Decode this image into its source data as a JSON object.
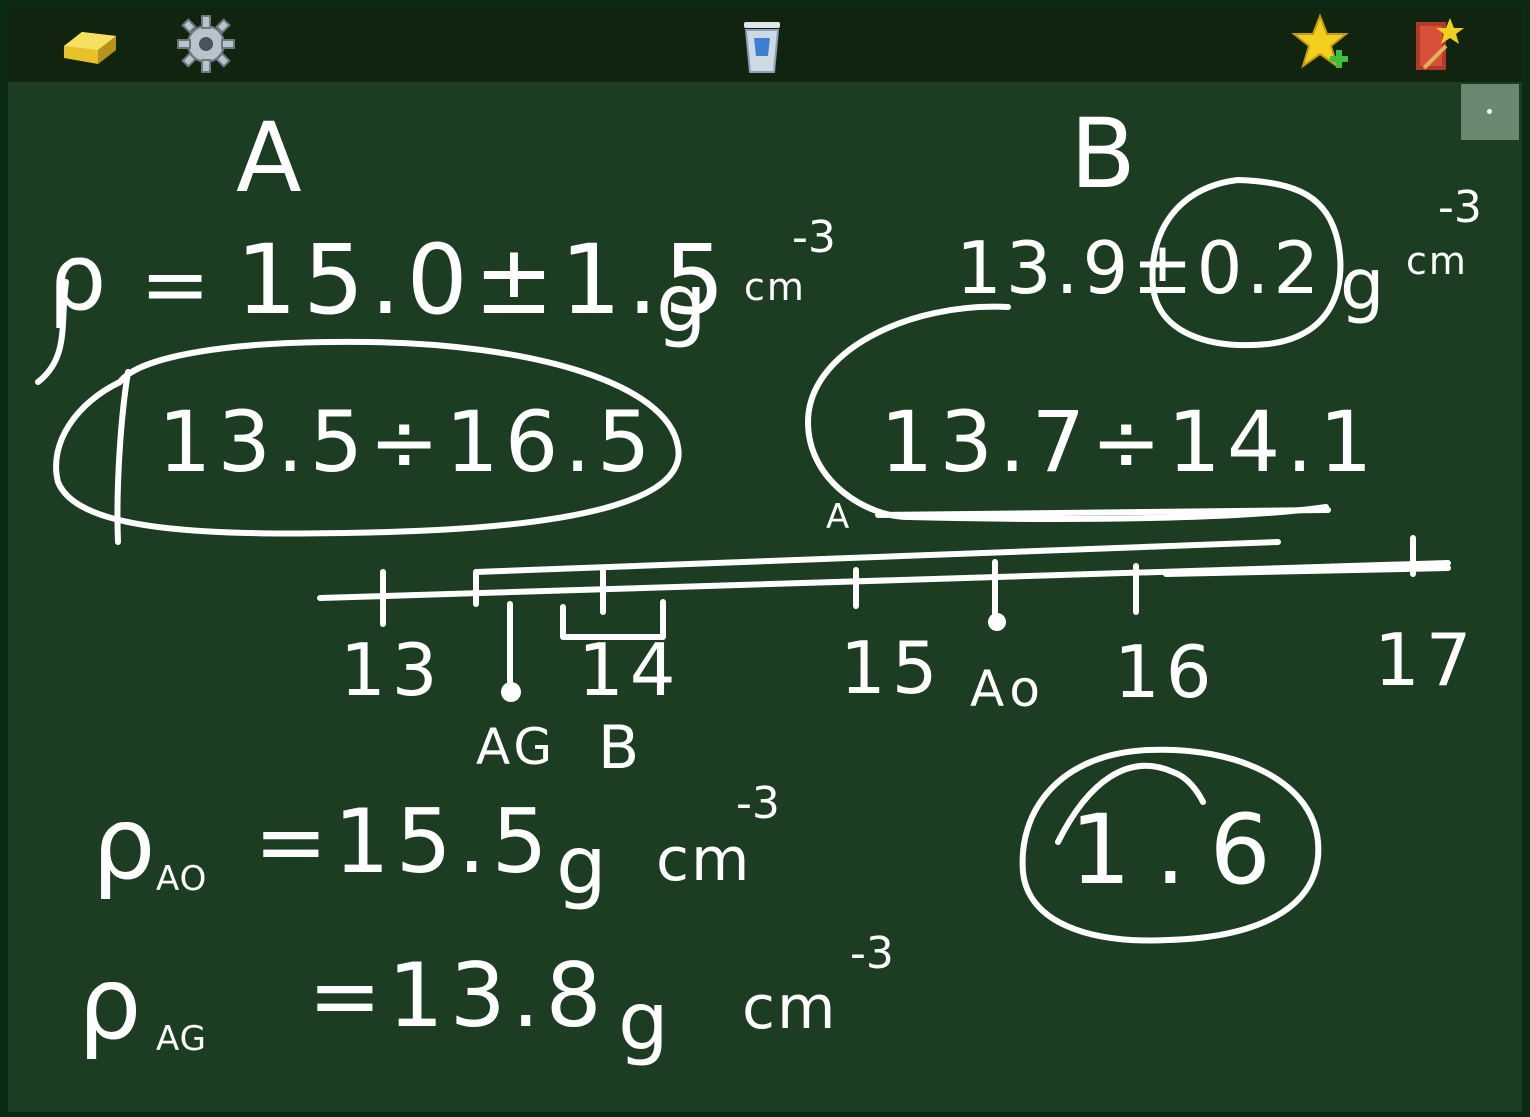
{
  "toolbar": {
    "tools": [
      {
        "name": "eraser-tool",
        "icon": "eraser-icon"
      },
      {
        "name": "settings-tool",
        "icon": "gear-icon"
      },
      {
        "name": "clear-tool",
        "icon": "recycle-bin-icon"
      },
      {
        "name": "favorite-tool",
        "icon": "star-add-icon"
      },
      {
        "name": "exit-tool",
        "icon": "exit-door-icon"
      }
    ]
  },
  "board": {
    "ink_color": "#ffffff",
    "board_color": "#1c3d22",
    "label_a": "A",
    "label_b": "B",
    "density_a": {
      "symbol": "ρ",
      "equals": "=",
      "value": "15.0±1.5",
      "unit_g": "g",
      "unit_cm": "cm",
      "exponent": "-3"
    },
    "density_b": {
      "value": "13.9±0.2",
      "unit_g": "g",
      "unit_cm": "cm",
      "exponent": "-3"
    },
    "range_a": "13.5÷16.5",
    "range_b": "13.7÷14.1",
    "range_b_marker": "A",
    "number_line": {
      "ticks": [
        "13",
        "14",
        "15",
        "16",
        "17"
      ],
      "marker_ao": "Ao",
      "marker_ag": "AG",
      "marker_b": "B"
    },
    "rho_ao": {
      "symbol": "ρ",
      "subscript": "AO",
      "value": "=15.5",
      "unit_g": "g",
      "unit_cm": "cm",
      "exponent": "-3"
    },
    "rho_ag": {
      "symbol": "ρ",
      "subscript": "AG",
      "value": "=13.8",
      "unit_g": "g",
      "unit_cm": "cm",
      "exponent": "-3"
    },
    "difference": "1.6"
  }
}
